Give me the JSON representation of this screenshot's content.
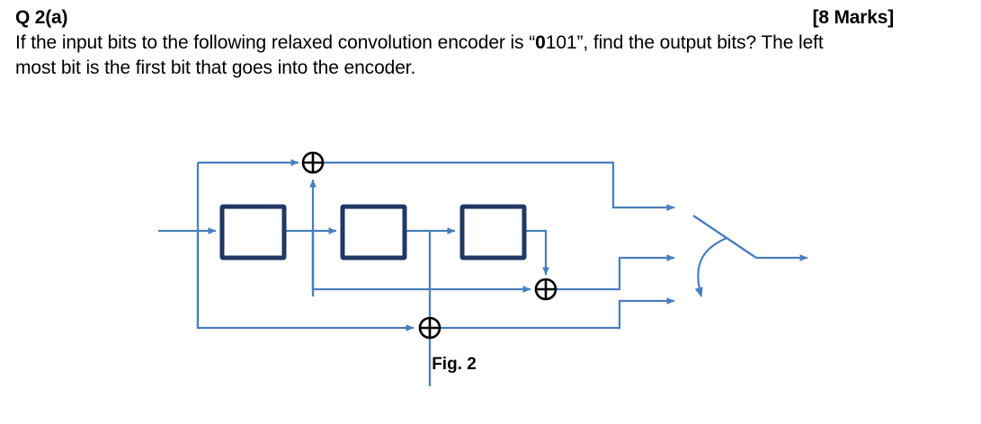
{
  "question": {
    "label": "Q 2(a)",
    "marks": "[8 Marks]",
    "text_part1": "If the input bits to the following relaxed convolution encoder is “",
    "input_bits_bold": "0",
    "input_bits_rest": "101",
    "text_part2": "”, find the output bits? The left most bit is the first bit that goes into the encoder.",
    "input_bits_full": "0101"
  },
  "figure": {
    "caption": "Fig. 2",
    "colors": {
      "wire": "#4a7ebb",
      "register_border": "#1f3864",
      "xor_stroke": "#000000",
      "background": "#ffffff"
    },
    "registers": [
      {
        "name": "shift-register-1",
        "label": ""
      },
      {
        "name": "shift-register-2",
        "label": ""
      },
      {
        "name": "shift-register-3",
        "label": ""
      }
    ],
    "adders": [
      {
        "name": "xor-adder-top",
        "symbol": "⊕"
      },
      {
        "name": "xor-adder-middle",
        "symbol": "⊕"
      },
      {
        "name": "xor-adder-bottom",
        "symbol": "⊕"
      }
    ],
    "outputs": [
      {
        "name": "output-branch-1"
      },
      {
        "name": "output-branch-2"
      },
      {
        "name": "output-branch-3"
      }
    ],
    "commutator": {
      "name": "commutator-switch"
    },
    "final_output": {
      "name": "encoder-output-arrow"
    },
    "input": {
      "name": "encoder-input-arrow"
    }
  }
}
